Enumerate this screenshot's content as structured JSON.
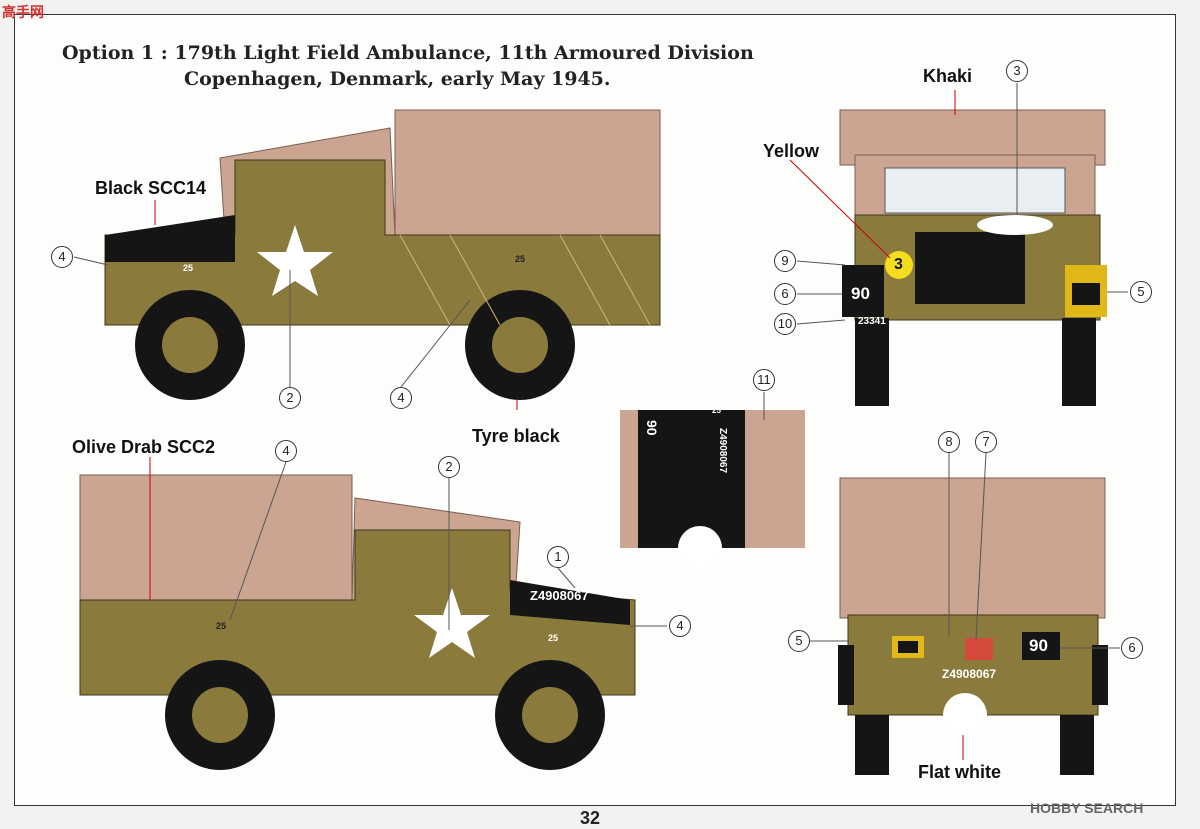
{
  "watermark_top": "高手网",
  "header": {
    "line1": "Option 1 : 179th Light Field Ambulance, 11th Armoured Division",
    "line2": "Copenhagen, Denmark, early May 1945."
  },
  "labels": {
    "black": "Black SCC14",
    "khaki": "Khaki",
    "yellow": "Yellow",
    "tyre": "Tyre black",
    "olive": "Olive Drab SCC2",
    "flat_white": "Flat white"
  },
  "markings": {
    "hood_number": "Z4908067",
    "bridge_25": "25",
    "unit_90": "90",
    "front_number": "23341",
    "rear_number": "Z4908067",
    "three": "3",
    "detail_90": "90",
    "detail_number": "Z4908067",
    "detail_25": "25"
  },
  "callouts": [
    "1",
    "2",
    "3",
    "4",
    "5",
    "6",
    "7",
    "8",
    "9",
    "10",
    "11"
  ],
  "colors": {
    "khaki": "#cba592",
    "olive": "#8a7a3c",
    "black": "#151515",
    "yellow": "#f4dc1e"
  },
  "page_number": "32",
  "watermark": "HOBBY SEARCH"
}
